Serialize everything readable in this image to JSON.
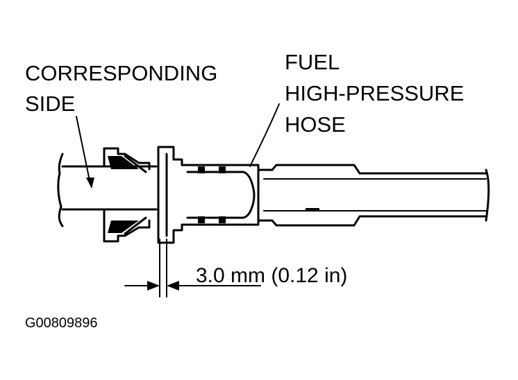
{
  "labels": {
    "left_line1": "CORRESPONDING",
    "left_line2": "SIDE",
    "right_line1": "FUEL",
    "right_line2": "HIGH-PRESSURE",
    "right_line3": "HOSE",
    "dimension": "3.0 mm (0.12 in)",
    "figure_code": "G00809896"
  }
}
